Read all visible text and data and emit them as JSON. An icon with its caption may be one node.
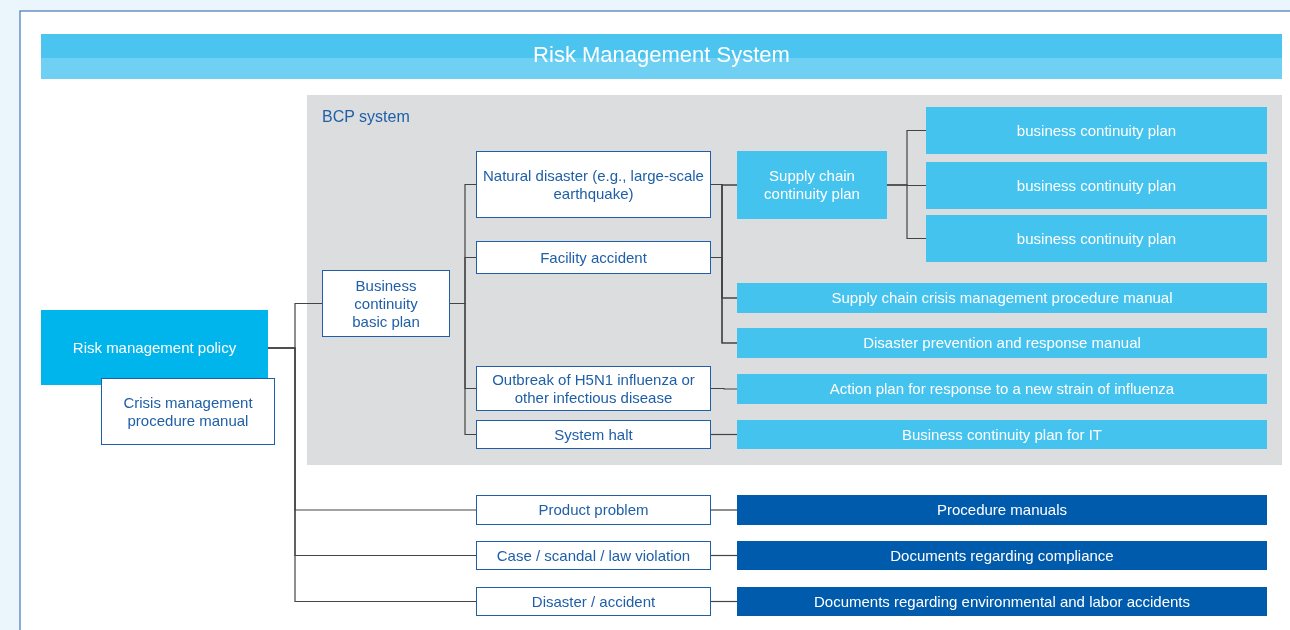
{
  "diagram": {
    "title": "Risk Management System",
    "nodes": [
      {
        "text": [
          "Risk management policy"
        ]
      },
      {
        "text": [
          "Crisis management procedure manual"
        ]
      },
      {
        "text": [
          "BCP system"
        ]
      },
      {
        "text": [
          "Business continuity basic plan"
        ],
        "in": 2
      },
      {
        "text": [
          "Natural disaster (e.g., large-scale earthquake)"
        ],
        "in": 2
      },
      {
        "text": [
          "Facility accident"
        ],
        "in": 2
      },
      {
        "text": [
          "Outbreak of H5N1 influenza or other infectious disease"
        ],
        "in": 2
      },
      {
        "text": [
          "System halt"
        ],
        "in": 2
      },
      {
        "text": [
          "Supply chain continuity plan"
        ],
        "in": 2
      },
      {
        "text": [
          "business continuity plan"
        ],
        "in": 2
      },
      {
        "text": [
          "business continuity plan"
        ],
        "in": 2
      },
      {
        "text": [
          "business continuity plan"
        ],
        "in": 2
      },
      {
        "text": [
          "Supply chain crisis management procedure manual"
        ],
        "in": 2
      },
      {
        "text": [
          "Disaster prevention and response manual"
        ],
        "in": 2
      },
      {
        "text": [
          "Action plan for response to a new strain of influenza"
        ],
        "in": 2
      },
      {
        "text": [
          "Business continuity plan for IT"
        ],
        "in": 2
      },
      {
        "text": [
          "Product problem"
        ]
      },
      {
        "text": [
          "Case / scandal / law violation"
        ]
      },
      {
        "text": [
          "Disaster / accident"
        ]
      },
      {
        "text": [
          "Procedure manuals"
        ]
      },
      {
        "text": [
          "Documents regarding compliance"
        ]
      },
      {
        "text": [
          "Documents regarding environmental and labor accidents"
        ]
      }
    ],
    "edges": [
      {
        "from": 0,
        "to": 3,
        "arrow": "none"
      },
      {
        "from": 0,
        "to": 16,
        "arrow": "none"
      },
      {
        "from": 0,
        "to": 17,
        "arrow": "none"
      },
      {
        "from": 0,
        "to": 18,
        "arrow": "none"
      },
      {
        "from": 3,
        "to": 4,
        "arrow": "none"
      },
      {
        "from": 3,
        "to": 5,
        "arrow": "none"
      },
      {
        "from": 3,
        "to": 6,
        "arrow": "none"
      },
      {
        "from": 3,
        "to": 7,
        "arrow": "none"
      },
      {
        "from": 4,
        "to": 8,
        "arrow": "none"
      },
      {
        "from": 4,
        "to": 12,
        "arrow": "none"
      },
      {
        "from": 4,
        "to": 13,
        "arrow": "none"
      },
      {
        "from": 5,
        "to": 8,
        "arrow": "none"
      },
      {
        "from": 5,
        "to": 12,
        "arrow": "none"
      },
      {
        "from": 5,
        "to": 13,
        "arrow": "none"
      },
      {
        "from": 8,
        "to": 9,
        "arrow": "none"
      },
      {
        "from": 8,
        "to": 10,
        "arrow": "none"
      },
      {
        "from": 8,
        "to": 11,
        "arrow": "none"
      },
      {
        "from": 6,
        "to": 14,
        "arrow": "none"
      },
      {
        "from": 7,
        "to": 15,
        "arrow": "none"
      },
      {
        "from": 16,
        "to": 19,
        "arrow": "none"
      },
      {
        "from": 17,
        "to": 20,
        "arrow": "none"
      },
      {
        "from": 18,
        "to": 21,
        "arrow": "none"
      }
    ]
  }
}
